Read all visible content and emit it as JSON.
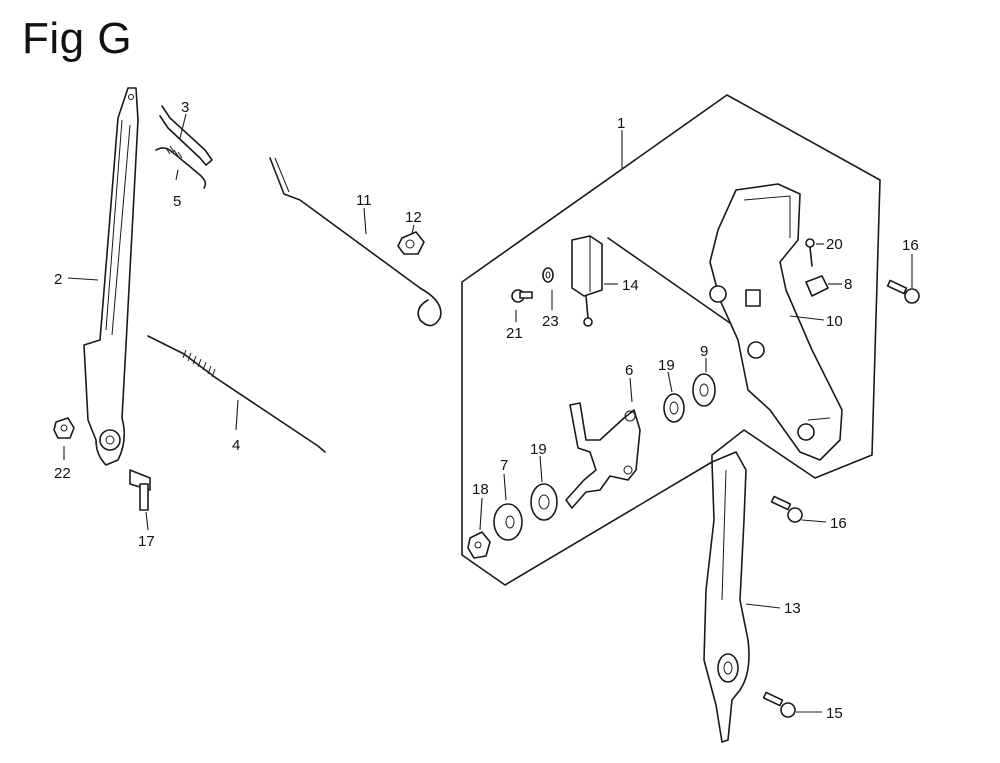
{
  "figure": {
    "title": "Fig G"
  },
  "callouts": [
    {
      "id": "c1",
      "text": "1"
    },
    {
      "id": "c2",
      "text": "2"
    },
    {
      "id": "c3",
      "text": "3"
    },
    {
      "id": "c4",
      "text": "4"
    },
    {
      "id": "c5",
      "text": "5"
    },
    {
      "id": "c6",
      "text": "6"
    },
    {
      "id": "c7",
      "text": "7"
    },
    {
      "id": "c8",
      "text": "8"
    },
    {
      "id": "c9",
      "text": "9"
    },
    {
      "id": "c10",
      "text": "10"
    },
    {
      "id": "c11",
      "text": "11"
    },
    {
      "id": "c12",
      "text": "12"
    },
    {
      "id": "c13",
      "text": "13"
    },
    {
      "id": "c14",
      "text": "14"
    },
    {
      "id": "c15",
      "text": "15"
    },
    {
      "id": "c16a",
      "text": "16"
    },
    {
      "id": "c16b",
      "text": "16"
    },
    {
      "id": "c17",
      "text": "17"
    },
    {
      "id": "c18",
      "text": "18"
    },
    {
      "id": "c19a",
      "text": "19"
    },
    {
      "id": "c19b",
      "text": "19"
    },
    {
      "id": "c20",
      "text": "20"
    },
    {
      "id": "c21",
      "text": "21"
    },
    {
      "id": "c22",
      "text": "22"
    },
    {
      "id": "c23",
      "text": "23"
    }
  ]
}
